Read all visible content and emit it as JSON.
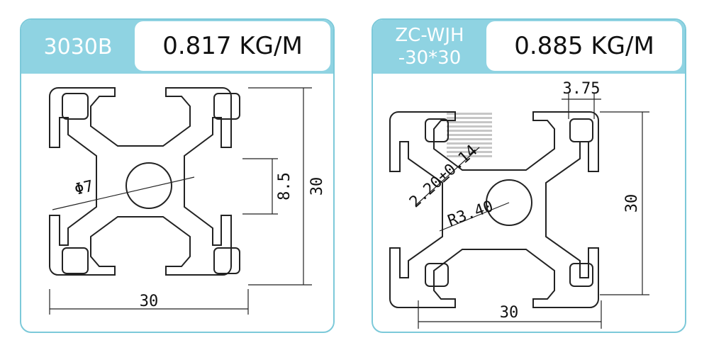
{
  "products": [
    {
      "model": "3030B",
      "weight": "0.817 KG/M",
      "dims": {
        "phi": "Φ7",
        "slot": "8.5",
        "height": "30",
        "width": "30"
      }
    },
    {
      "model_line1": "ZC-WJH",
      "model_line2": "-30*30",
      "weight": "0.885 KG/M",
      "dims": {
        "slot": "3.75",
        "wall": "2.20±0.14",
        "radius": "R3.40",
        "height": "30",
        "width": "30"
      }
    }
  ],
  "colors": {
    "accent": "#8fd3e2",
    "border": "#7cc9d9"
  }
}
